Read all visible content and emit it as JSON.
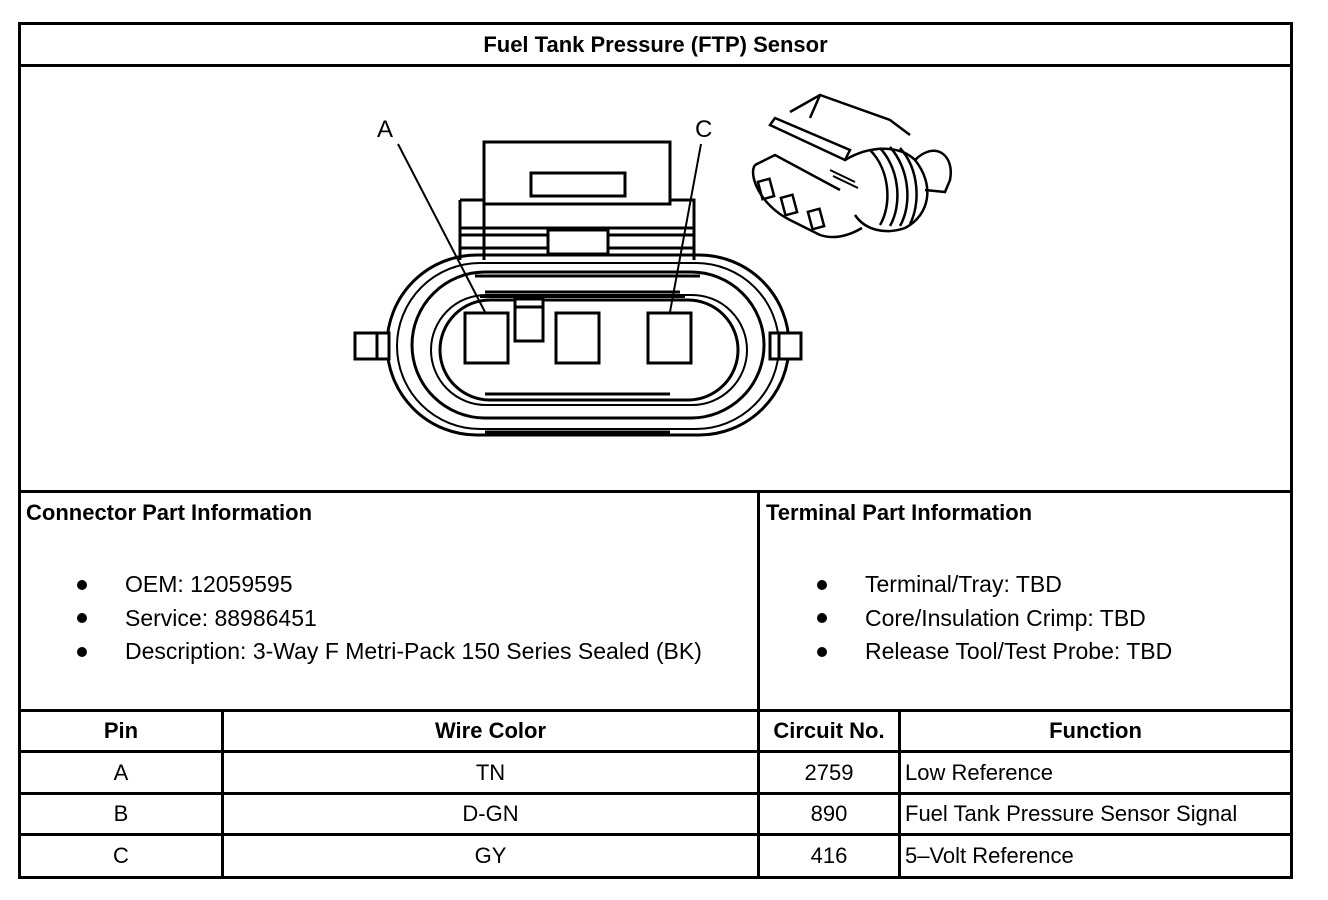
{
  "title": "Fuel Tank Pressure (FTP) Sensor",
  "diagram": {
    "pin_labels": [
      "A",
      "C"
    ],
    "front_view": "connector-face-view",
    "iso_view": "connector-isometric-view"
  },
  "connector_info": {
    "heading": "Connector Part Information",
    "items": [
      "OEM: 12059595",
      "Service: 88986451",
      "Description: 3-Way F Metri-Pack 150 Series Sealed (BK)"
    ]
  },
  "terminal_info": {
    "heading": "Terminal Part Information",
    "items": [
      "Terminal/Tray: TBD",
      "Core/Insulation Crimp: TBD",
      "Release Tool/Test Probe: TBD"
    ]
  },
  "pin_table": {
    "headers": [
      "Pin",
      "Wire Color",
      "Circuit No.",
      "Function"
    ],
    "rows": [
      {
        "pin": "A",
        "wire_color": "TN",
        "circuit": "2759",
        "function": "Low Reference"
      },
      {
        "pin": "B",
        "wire_color": "D-GN",
        "circuit": "890",
        "function": "Fuel Tank Pressure Sensor Signal"
      },
      {
        "pin": "C",
        "wire_color": "GY",
        "circuit": "416",
        "function": "5–Volt Reference"
      }
    ]
  }
}
